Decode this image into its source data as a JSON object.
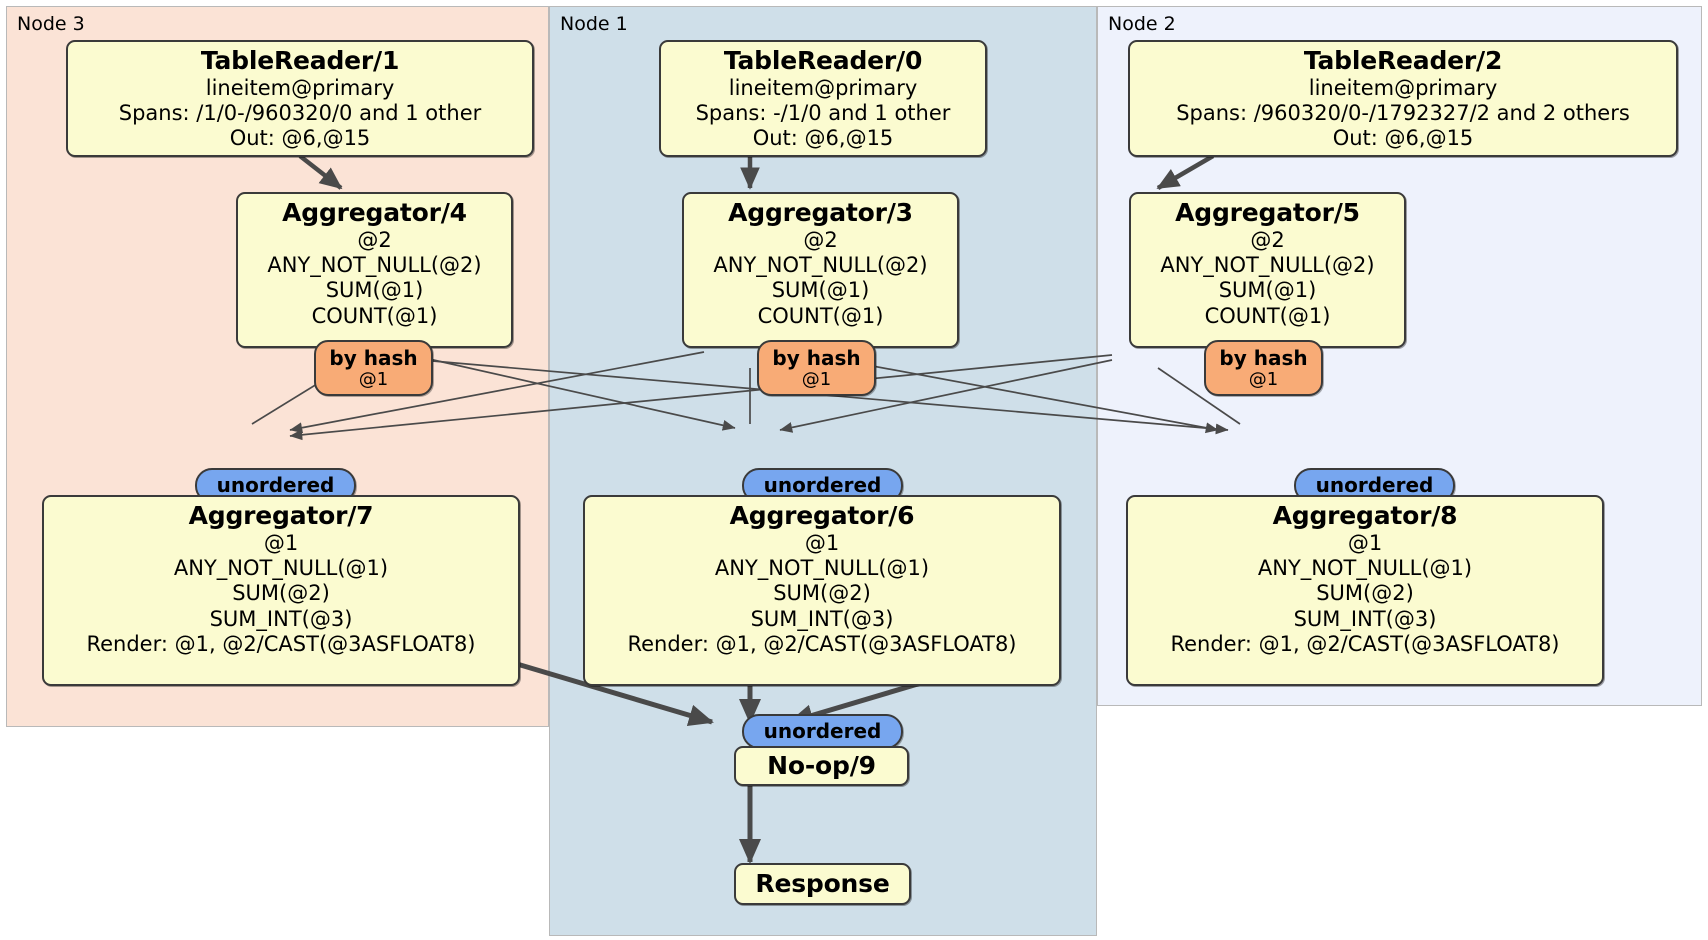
{
  "diagram": {
    "type": "distributed-query-plan",
    "title": "",
    "colors": {
      "node3_panel": "#fbe3d6",
      "node1_panel": "#cfdfe9",
      "node2_panel": "#eef2fc",
      "processor_box": "#fbfbd0",
      "hash_router": "#f8ab76",
      "unordered_router": "#77a6ef",
      "edge": "#4a4a4a",
      "border": "#3a3a3a"
    }
  },
  "nodes": [
    {
      "id": "node3",
      "label": "Node 3"
    },
    {
      "id": "node1",
      "label": "Node 1"
    },
    {
      "id": "node2",
      "label": "Node 2"
    }
  ],
  "processors": {
    "table_reader_1": {
      "title": "TableReader/1",
      "lines": [
        "lineitem@primary",
        "Spans: /1/0-/960320/0 and 1 other",
        "Out: @6,@15"
      ]
    },
    "table_reader_0": {
      "title": "TableReader/0",
      "lines": [
        "lineitem@primary",
        "Spans: -/1/0 and 1 other",
        "Out: @6,@15"
      ]
    },
    "table_reader_2": {
      "title": "TableReader/2",
      "lines": [
        "lineitem@primary",
        "Spans: /960320/0-/1792327/2 and 2 others",
        "Out: @6,@15"
      ]
    },
    "aggregator_4": {
      "title": "Aggregator/4",
      "lines": [
        "@2",
        "ANY_NOT_NULL(@2)",
        "SUM(@1)",
        "COUNT(@1)"
      ]
    },
    "aggregator_3": {
      "title": "Aggregator/3",
      "lines": [
        "@2",
        "ANY_NOT_NULL(@2)",
        "SUM(@1)",
        "COUNT(@1)"
      ]
    },
    "aggregator_5": {
      "title": "Aggregator/5",
      "lines": [
        "@2",
        "ANY_NOT_NULL(@2)",
        "SUM(@1)",
        "COUNT(@1)"
      ]
    },
    "aggregator_7": {
      "title": "Aggregator/7",
      "lines": [
        "@1",
        "ANY_NOT_NULL(@1)",
        "SUM(@2)",
        "SUM_INT(@3)",
        "Render: @1, @2/CAST(@3ASFLOAT8)"
      ]
    },
    "aggregator_6": {
      "title": "Aggregator/6",
      "lines": [
        "@1",
        "ANY_NOT_NULL(@1)",
        "SUM(@2)",
        "SUM_INT(@3)",
        "Render: @1, @2/CAST(@3ASFLOAT8)"
      ]
    },
    "aggregator_8": {
      "title": "Aggregator/8",
      "lines": [
        "@1",
        "ANY_NOT_NULL(@1)",
        "SUM(@2)",
        "SUM_INT(@3)",
        "Render: @1, @2/CAST(@3ASFLOAT8)"
      ]
    },
    "noop_9": {
      "title": "No-op/9",
      "lines": []
    },
    "response": {
      "title": "Response",
      "lines": []
    }
  },
  "routers": {
    "hash_left": {
      "kind": "by hash",
      "column": "@1"
    },
    "hash_center": {
      "kind": "by hash",
      "column": "@1"
    },
    "hash_right": {
      "kind": "by hash",
      "column": "@1"
    },
    "unordered_left": {
      "kind": "unordered"
    },
    "unordered_center": {
      "kind": "unordered"
    },
    "unordered_right": {
      "kind": "unordered"
    },
    "unordered_final": {
      "kind": "unordered"
    }
  }
}
